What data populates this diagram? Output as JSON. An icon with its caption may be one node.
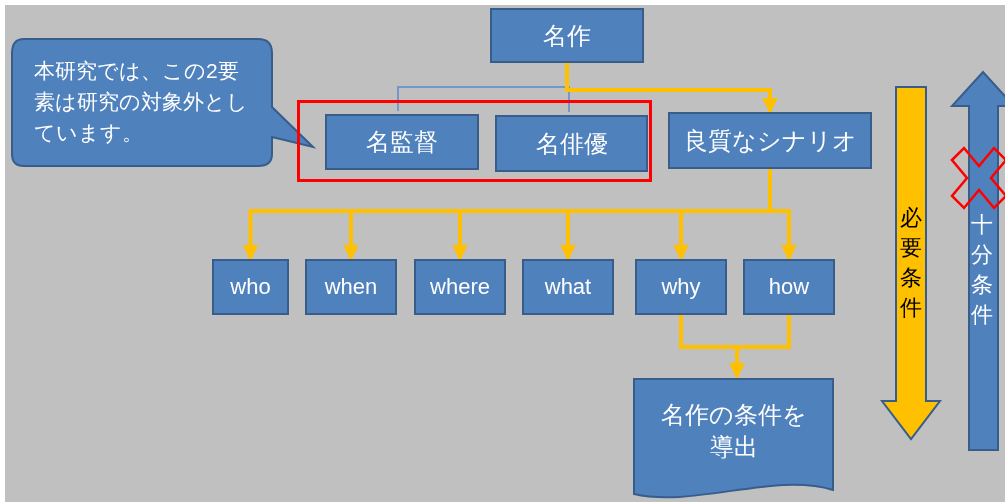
{
  "diagram": {
    "nodes": [
      {
        "text": [
          "名作"
        ]
      },
      {
        "text": [
          "本研究では、この2要素は研究の対象外としています。"
        ]
      },
      {
        "text": [],
        "shape": "box"
      },
      {
        "text": [
          "名監督"
        ],
        "in": 2
      },
      {
        "text": [
          "名俳優"
        ],
        "in": 2
      },
      {
        "text": [
          "良質なシナリオ"
        ]
      },
      {
        "text": [
          "who"
        ]
      },
      {
        "text": [
          "when"
        ]
      },
      {
        "text": [
          "where"
        ]
      },
      {
        "text": [
          "what"
        ]
      },
      {
        "text": [
          "why"
        ]
      },
      {
        "text": [
          "how"
        ]
      },
      {
        "text": [
          "名作の条件を導出"
        ]
      },
      {
        "text": [
          "必要条件"
        ]
      },
      {
        "text": [
          "十分条件"
        ]
      }
    ],
    "edges": [
      {
        "from": 0,
        "to": 3,
        "arrow": "none",
        "color": "#5b8bc9"
      },
      {
        "from": 0,
        "to": 4,
        "arrow": "none",
        "color": "#5b8bc9"
      },
      {
        "from": 0,
        "to": 5,
        "arrow": "to"
      },
      {
        "from": 5,
        "to": 6,
        "arrow": "to"
      },
      {
        "from": 5,
        "to": 7,
        "arrow": "to"
      },
      {
        "from": 5,
        "to": 8,
        "arrow": "to"
      },
      {
        "from": 5,
        "to": 9,
        "arrow": "to"
      },
      {
        "from": 5,
        "to": 10,
        "arrow": "to"
      },
      {
        "from": 5,
        "to": 11,
        "arrow": "to"
      },
      {
        "from": 10,
        "to": 12,
        "arrow": "to"
      },
      {
        "from": 11,
        "to": 12,
        "arrow": "to"
      }
    ]
  }
}
